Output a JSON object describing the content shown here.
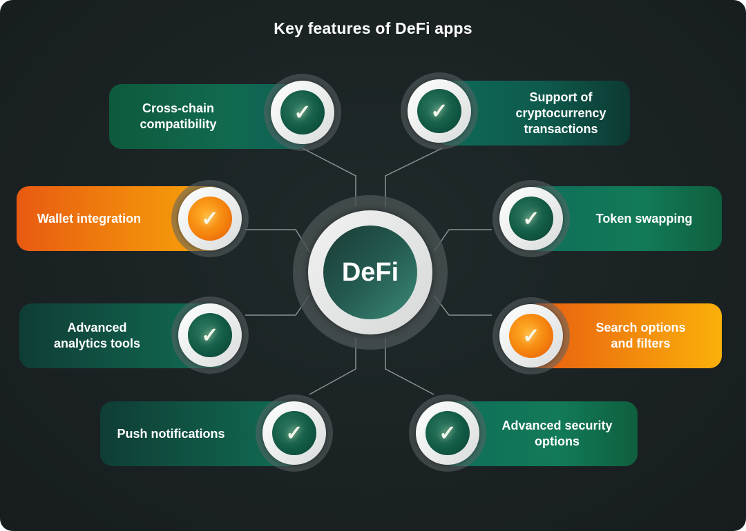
{
  "title": "Key features of DeFi apps",
  "center": {
    "label": "DeFi",
    "icon": "hub-circle"
  },
  "colors": {
    "green": "#116a50",
    "orange": "#f28a0c",
    "background": "#1b2224"
  },
  "features": [
    {
      "label": "Cross-chain\ncompatibility",
      "theme": "green",
      "icon": "check-icon"
    },
    {
      "label": "Support of\ncryptocurrency\ntransactions",
      "theme": "green",
      "icon": "check-icon"
    },
    {
      "label": "Wallet integration",
      "theme": "orange",
      "icon": "check-icon"
    },
    {
      "label": "Token swapping",
      "theme": "green",
      "icon": "check-icon"
    },
    {
      "label": "Advanced\nanalytics tools",
      "theme": "green",
      "icon": "check-icon"
    },
    {
      "label": "Search options\nand filters",
      "theme": "orange",
      "icon": "check-icon"
    },
    {
      "label": "Push notifications",
      "theme": "green",
      "icon": "check-icon"
    },
    {
      "label": "Advanced security\noptions",
      "theme": "green",
      "icon": "check-icon"
    }
  ],
  "check_glyph": "✓"
}
